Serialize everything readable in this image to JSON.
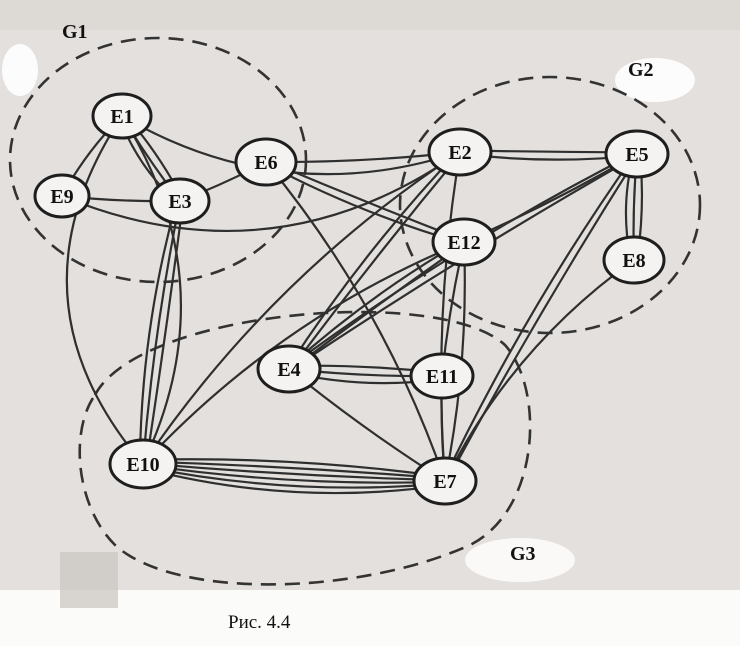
{
  "figure": {
    "caption": "Рис. 4.4",
    "groups": [
      {
        "id": "G1",
        "label": "G1"
      },
      {
        "id": "G2",
        "label": "G2"
      },
      {
        "id": "G3",
        "label": "G3"
      }
    ],
    "nodes": [
      {
        "id": "E1",
        "label": "E1"
      },
      {
        "id": "E2",
        "label": "E2"
      },
      {
        "id": "E3",
        "label": "E3"
      },
      {
        "id": "E4",
        "label": "E4"
      },
      {
        "id": "E5",
        "label": "E5"
      },
      {
        "id": "E6",
        "label": "E6"
      },
      {
        "id": "E7",
        "label": "E7"
      },
      {
        "id": "E8",
        "label": "E8"
      },
      {
        "id": "E9",
        "label": "E9"
      },
      {
        "id": "E10",
        "label": "E10"
      },
      {
        "id": "E11",
        "label": "E11"
      },
      {
        "id": "E12",
        "label": "E12"
      }
    ],
    "edges": [
      {
        "from": "E1",
        "to": "E3",
        "count": 3
      },
      {
        "from": "E1",
        "to": "E9",
        "count": 1
      },
      {
        "from": "E9",
        "to": "E3",
        "count": 1
      },
      {
        "from": "E1",
        "to": "E10",
        "count": 1
      },
      {
        "from": "E1",
        "to": "E2",
        "count": 1
      },
      {
        "from": "E3",
        "to": "E6",
        "count": 1
      },
      {
        "from": "E3",
        "to": "E10",
        "count": 3
      },
      {
        "from": "E6",
        "to": "E2",
        "count": 1
      },
      {
        "from": "E6",
        "to": "E12",
        "count": 2
      },
      {
        "from": "E6",
        "to": "E7",
        "count": 1
      },
      {
        "from": "E2",
        "to": "E5",
        "count": 2
      },
      {
        "from": "E2",
        "to": "E10",
        "count": 1
      },
      {
        "from": "E2",
        "to": "E4",
        "count": 2
      },
      {
        "from": "E2",
        "to": "E7",
        "count": 1
      },
      {
        "from": "E12",
        "to": "E5",
        "count": 1
      },
      {
        "from": "E12",
        "to": "E4",
        "count": 2
      },
      {
        "from": "E12",
        "to": "E11",
        "count": 1
      },
      {
        "from": "E12",
        "to": "E7",
        "count": 1
      },
      {
        "from": "E12",
        "to": "E10",
        "count": 1
      },
      {
        "from": "E5",
        "to": "E8",
        "count": 3
      },
      {
        "from": "E5",
        "to": "E4",
        "count": 2
      },
      {
        "from": "E5",
        "to": "E7",
        "count": 2
      },
      {
        "from": "E8",
        "to": "E7",
        "count": 1
      },
      {
        "from": "E4",
        "to": "E11",
        "count": 3
      },
      {
        "from": "E4",
        "to": "E7",
        "count": 1
      },
      {
        "from": "E11",
        "to": "E7",
        "count": 1
      },
      {
        "from": "E10",
        "to": "E7",
        "count": 6
      },
      {
        "from": "E9",
        "to": "E2",
        "count": 1
      },
      {
        "from": "E10",
        "to": "E1",
        "count": 1
      }
    ]
  }
}
